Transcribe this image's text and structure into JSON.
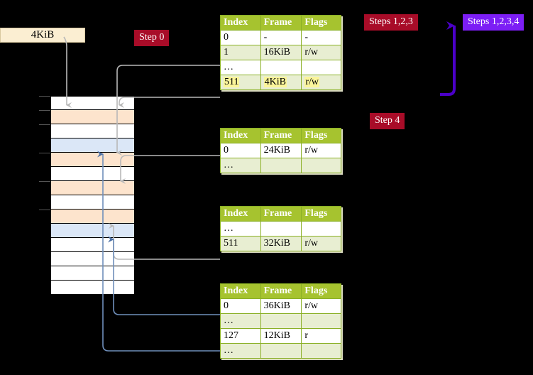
{
  "labels": {
    "kib_box": "4KiB",
    "step0": "Step 0",
    "step4": "Step 4",
    "steps123": "Steps 1,2,3",
    "steps1234": "Steps 1,2,3,4"
  },
  "colors": {
    "badge_crimson": "#a80c28",
    "badge_violet": "#7c1ef5",
    "table_header": "#a6c32f",
    "table_alt_row": "#e8eed2",
    "highlight": "#fbf59a",
    "mem_peach": "#fde4cd",
    "mem_blue": "#dbe7f7",
    "arrow_gray": "#b3b3b3",
    "arrow_blue": "#5a7fb0",
    "kib_fill": "#fbeed2"
  },
  "tables": [
    {
      "name": "pml4-table",
      "headers": [
        "Index",
        "Frame",
        "Flags"
      ],
      "rows": [
        {
          "style": "plain",
          "cells": [
            "0",
            "-",
            "-"
          ],
          "highlight": false
        },
        {
          "style": "alt",
          "cells": [
            "1",
            "16KiB",
            "r/w"
          ],
          "highlight": false
        },
        {
          "style": "plain",
          "cells": [
            "…",
            "",
            ""
          ],
          "highlight": false
        },
        {
          "style": "alt",
          "cells": [
            "511",
            "4KiB",
            "r/w"
          ],
          "highlight": true
        }
      ]
    },
    {
      "name": "pdp-table",
      "headers": [
        "Index",
        "Frame",
        "Flags"
      ],
      "rows": [
        {
          "style": "plain",
          "cells": [
            "0",
            "24KiB",
            "r/w"
          ],
          "highlight": false
        },
        {
          "style": "alt",
          "cells": [
            "…",
            "",
            ""
          ],
          "highlight": false
        }
      ]
    },
    {
      "name": "pd-table",
      "headers": [
        "Index",
        "Frame",
        "Flags"
      ],
      "rows": [
        {
          "style": "plain",
          "cells": [
            "…",
            "",
            ""
          ],
          "highlight": false
        },
        {
          "style": "alt",
          "cells": [
            "511",
            "32KiB",
            "r/w"
          ],
          "highlight": false
        }
      ]
    },
    {
      "name": "pt-table",
      "headers": [
        "Index",
        "Frame",
        "Flags"
      ],
      "rows": [
        {
          "style": "plain",
          "cells": [
            "0",
            "36KiB",
            "r/w"
          ],
          "highlight": false
        },
        {
          "style": "alt",
          "cells": [
            "…",
            "",
            ""
          ],
          "highlight": false
        },
        {
          "style": "plain",
          "cells": [
            "127",
            "12KiB",
            "r"
          ],
          "highlight": false
        },
        {
          "style": "alt",
          "cells": [
            "…",
            "",
            ""
          ],
          "highlight": false
        }
      ]
    }
  ],
  "memory_rows": [
    {
      "fill": "white",
      "tick": true
    },
    {
      "fill": "peach",
      "tick": true
    },
    {
      "fill": "white",
      "tick": true
    },
    {
      "fill": "blue",
      "tick": false
    },
    {
      "fill": "peach",
      "tick": true
    },
    {
      "fill": "white",
      "tick": false
    },
    {
      "fill": "peach",
      "tick": true
    },
    {
      "fill": "white",
      "tick": false
    },
    {
      "fill": "peach",
      "tick": true
    },
    {
      "fill": "blue",
      "tick": false
    },
    {
      "fill": "white",
      "tick": false
    },
    {
      "fill": "white",
      "tick": false
    },
    {
      "fill": "white",
      "tick": false
    },
    {
      "fill": "white",
      "tick": false
    }
  ]
}
